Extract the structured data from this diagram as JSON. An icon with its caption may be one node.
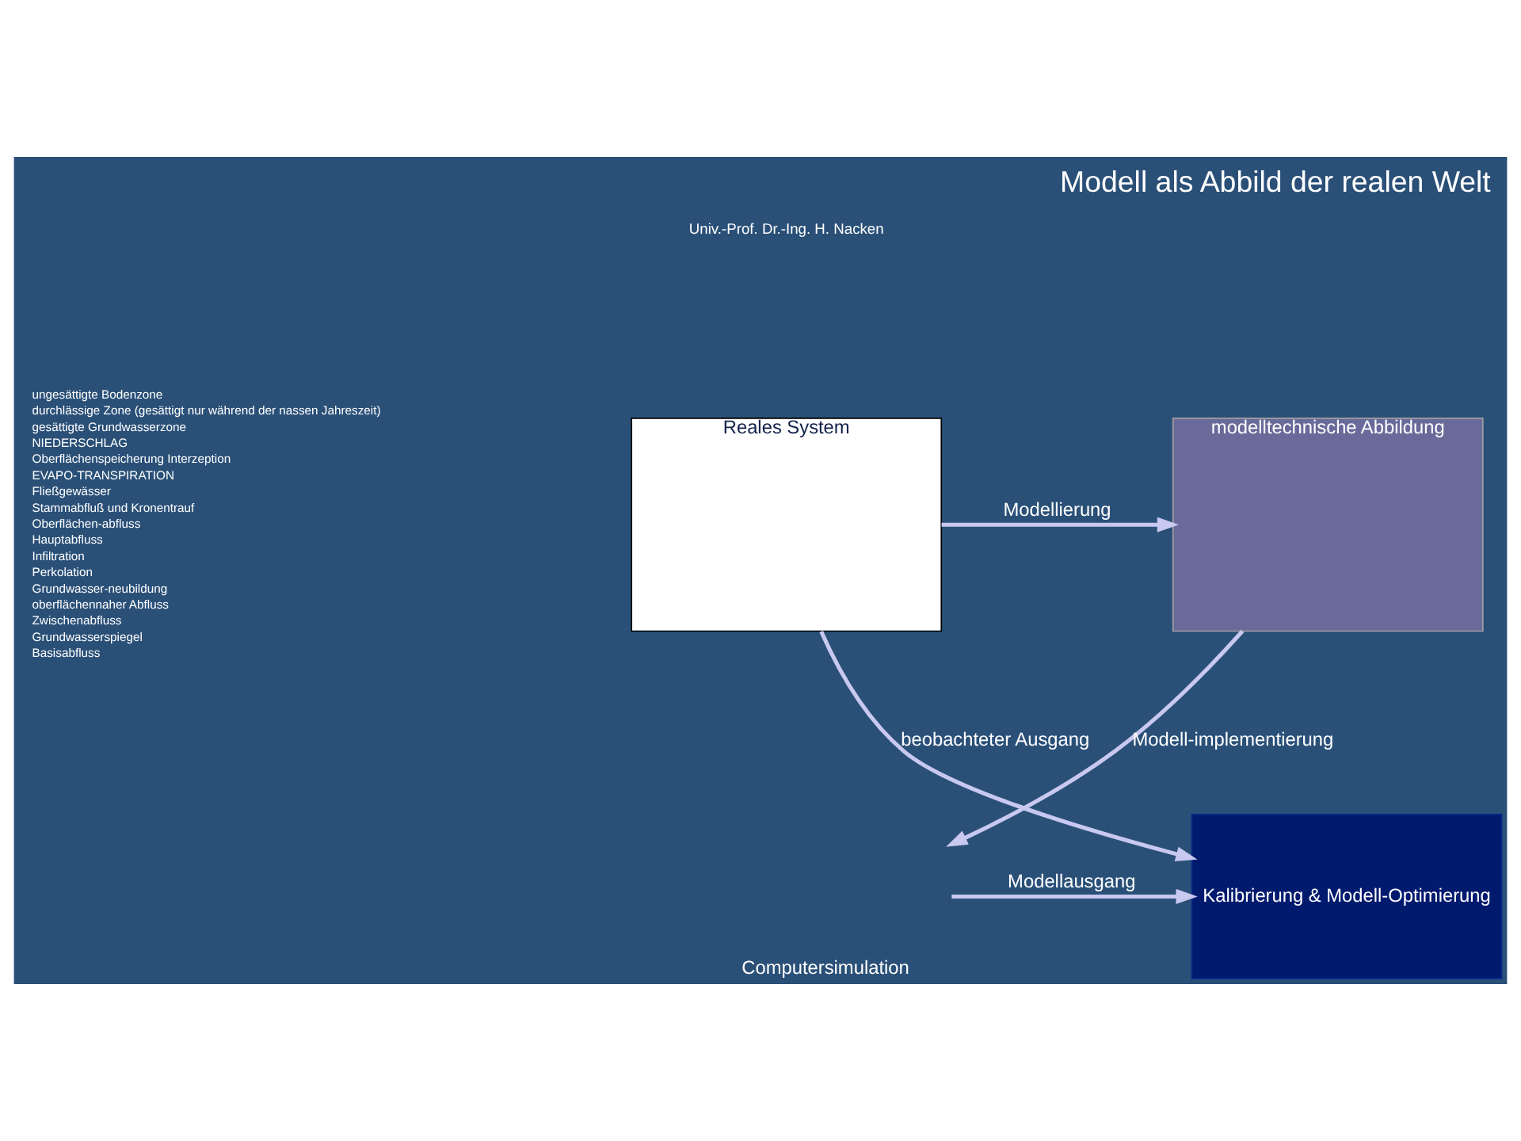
{
  "diagram": {
    "title": "Modell als Abbild der realen Welt",
    "nodes": [
      {
        "text": [
          "Reales System"
        ]
      },
      {
        "text": [
          "modelltechnische Abbildung"
        ]
      },
      {
        "text": [
          "Kalibrierung & Modell-Optimierung"
        ]
      },
      {
        "text": [
          "Computersimulation"
        ]
      }
    ],
    "edges": [
      {
        "from": 0,
        "to": 1,
        "arrow": "to",
        "label": "Modellierung"
      },
      {
        "from": 0,
        "to": 2,
        "arrow": "to",
        "label": "beobachteter Ausgang"
      },
      {
        "from": 1,
        "to": 3,
        "arrow": "to",
        "label": "Modell-implementierung"
      },
      {
        "from": 3,
        "to": 2,
        "arrow": "to",
        "label": "Modellausgang"
      }
    ],
    "labels": [
      "Univ.-Prof. Dr.-Ing. H. Nacken",
      "ungesättigte Bodenzone",
      "durchlässige Zone (gesättigt nur während der nassen Jahreszeit)",
      "gesättigte Grundwasserzone",
      "NIEDERSCHLAG",
      "Oberflächenspeicherung Interzeption",
      "EVAPO-TRANSPIRATION",
      "Fließgewässer",
      "Stammabfluß und Kronentrauf",
      "Oberflächen-abfluss",
      "Hauptabfluss",
      "Infiltration",
      "Perkolation",
      "Grundwasser-neubildung",
      "oberflächennaher Abfluss",
      "Zwischenabfluss",
      "Grundwasserspiegel",
      "Basisabfluss"
    ]
  }
}
